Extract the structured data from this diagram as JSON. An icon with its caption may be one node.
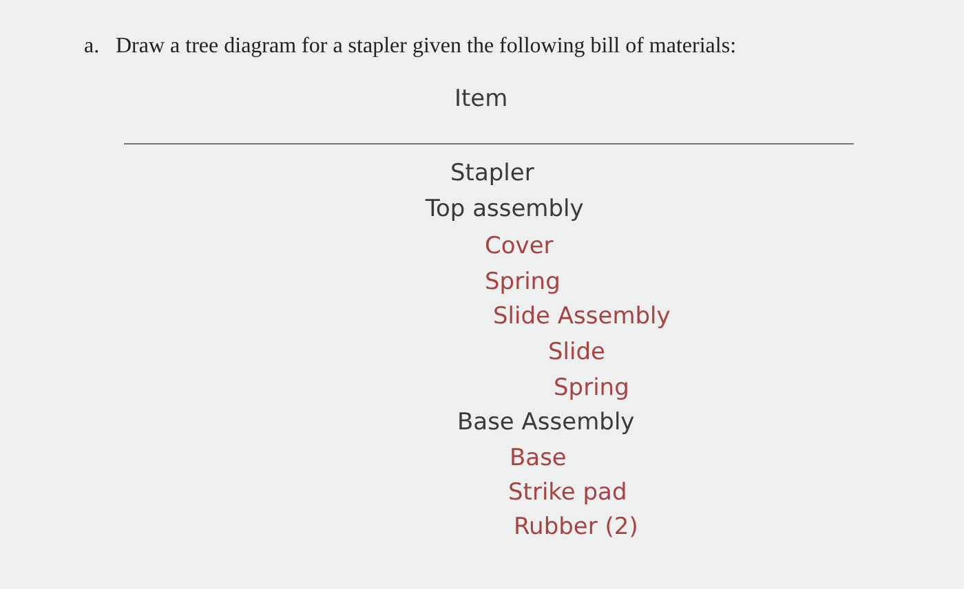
{
  "diagram": {
    "title": "Draw a tree diagram for a stapler given the following bill of materials:",
    "labels": [
      "a.",
      "Item",
      "Stapler",
      "Top assembly",
      "Cover",
      "Spring",
      "Slide Assembly",
      "Slide",
      "Spring",
      "Base Assembly",
      "Base",
      "Strike pad",
      "Rubber (2)"
    ]
  }
}
